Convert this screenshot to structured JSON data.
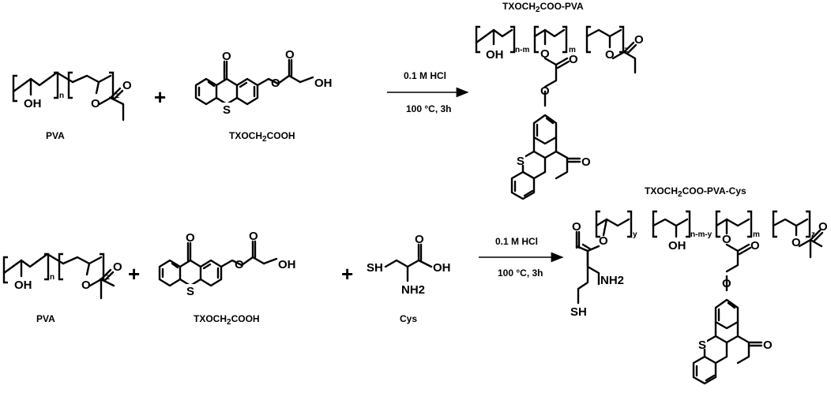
{
  "labels": {
    "pva": "PVA",
    "tx_acid": "TXOCH",
    "tx_acid_sub": "2",
    "tx_acid_tail": "COOH",
    "cys": "Cys",
    "product1": "TXOCH",
    "product1_sub": "2",
    "product1_tail": "COO-PVA",
    "product2": "TXOCH",
    "product2_sub": "2",
    "product2_tail": "COO-PVA-Cys"
  },
  "conditions": {
    "reagent": "0.1 M HCl",
    "temperature": "100 °C, 3h"
  },
  "atoms": {
    "oh": "OH",
    "o": "O",
    "s": "S",
    "sh": "SH",
    "nh2": "NH2"
  },
  "subscripts": {
    "n": "n",
    "z": "z",
    "m": "m",
    "y": "y",
    "n_minus_m": "n-m",
    "n_minus_m_minus_y": "n-m-y"
  },
  "plus_sign": "+"
}
